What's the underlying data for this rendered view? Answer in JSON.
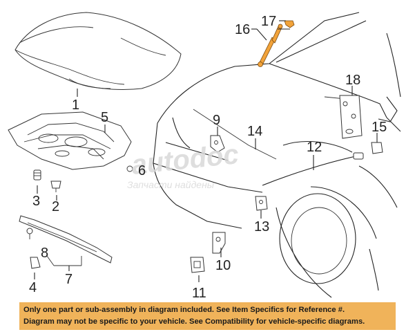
{
  "callouts": {
    "c1": "1",
    "c2": "2",
    "c3": "3",
    "c4": "4",
    "c5": "5",
    "c6": "6",
    "c7": "7",
    "c8": "8",
    "c9": "9",
    "c10": "10",
    "c11": "11",
    "c12": "12",
    "c13": "13",
    "c14": "14",
    "c15": "15",
    "c16": "16",
    "c17": "17",
    "c18": "18"
  },
  "watermark": {
    "logo_text": "autodoc",
    "subtitle": "Запчасти найдены"
  },
  "footer": {
    "line1": "Only one part or sub-assembly in diagram included. See Item Specifics for Reference #.",
    "line2": "Diagram may not be specific to your vehicle. See Compatibility for vehicle-specific diagrams."
  },
  "colors": {
    "footer_bg": "#f0b35a",
    "highlight_part": "#f2a33a"
  }
}
